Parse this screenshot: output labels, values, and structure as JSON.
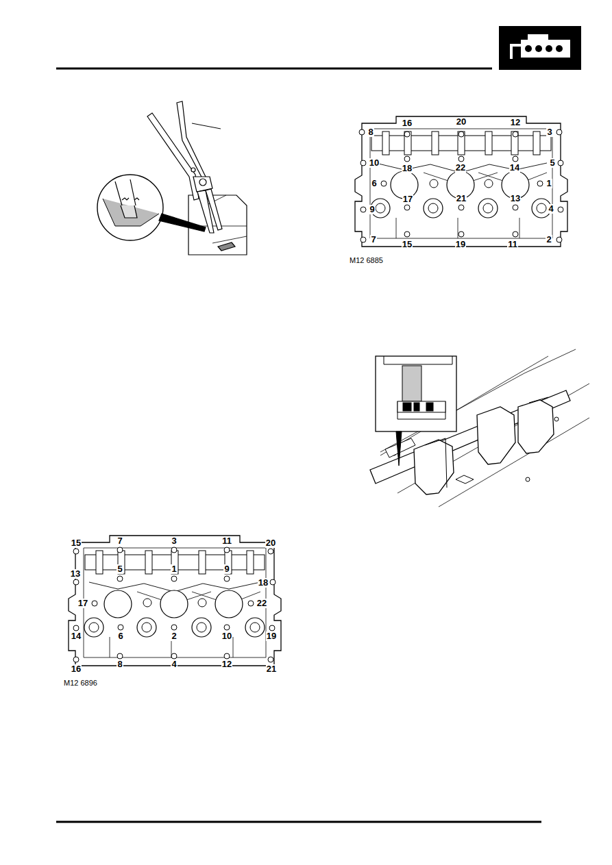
{
  "diagram": {
    "labels": [
      "8",
      "16",
      "20",
      "12",
      "3",
      "10",
      "18",
      "22",
      "14",
      "5",
      "6",
      "1",
      "9",
      "17",
      "21",
      "13",
      "4",
      "7",
      "15",
      "19",
      "11",
      "2",
      "M12 6885",
      "15",
      "7",
      "3",
      "11",
      "20",
      "13",
      "5",
      "1",
      "9",
      "18",
      "17",
      "22",
      "14",
      "6",
      "2",
      "10",
      "19",
      "16",
      "8",
      "4",
      "12",
      "21",
      "M12 6896"
    ]
  }
}
